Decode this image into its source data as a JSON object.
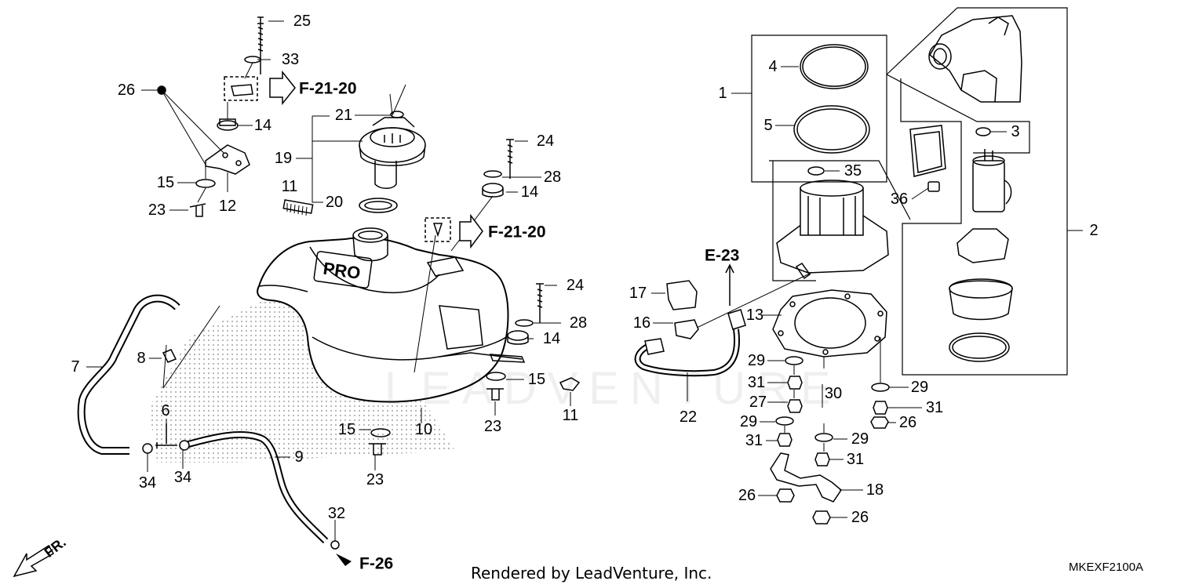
{
  "diagram": {
    "code": "MKEXF2100A",
    "footer": "Rendered by LeadVenture, Inc.",
    "watermark": "LEADVENTURE",
    "front_mark": "FR.",
    "refs": {
      "r1": "F-21-20",
      "r2": "F-21-20",
      "r3": "E-23",
      "r4": "F-26"
    },
    "callouts": {
      "c25": "25",
      "c33": "33",
      "c26a": "26",
      "c14a": "14",
      "c15a": "15",
      "c23a": "23",
      "c12": "12",
      "c21": "21",
      "c19": "19",
      "c11a": "11",
      "c20": "20",
      "c24a": "24",
      "c28a": "28",
      "c14b": "14",
      "c24b": "24",
      "c28b": "28",
      "c14c": "14",
      "c15b": "15",
      "c23b": "23",
      "c11b": "11",
      "c7": "7",
      "c8": "8",
      "c6": "6",
      "c34a": "34",
      "c34b": "34",
      "c9": "9",
      "c32": "32",
      "c15c": "15",
      "c23c": "23",
      "c10": "10",
      "c17": "17",
      "c16": "16",
      "c22": "22",
      "c1": "1",
      "c4": "4",
      "c5": "5",
      "c35": "35",
      "c36": "36",
      "c3": "3",
      "c2": "2",
      "c13": "13",
      "c29a": "29",
      "c31a": "31",
      "c27": "27",
      "c30": "30",
      "c29b": "29",
      "c31b": "31",
      "c29c": "29",
      "c31c": "31",
      "c26b": "26",
      "c18": "18",
      "c26c": "26",
      "c29d": "29",
      "c31d": "31",
      "c26d": "26"
    }
  }
}
